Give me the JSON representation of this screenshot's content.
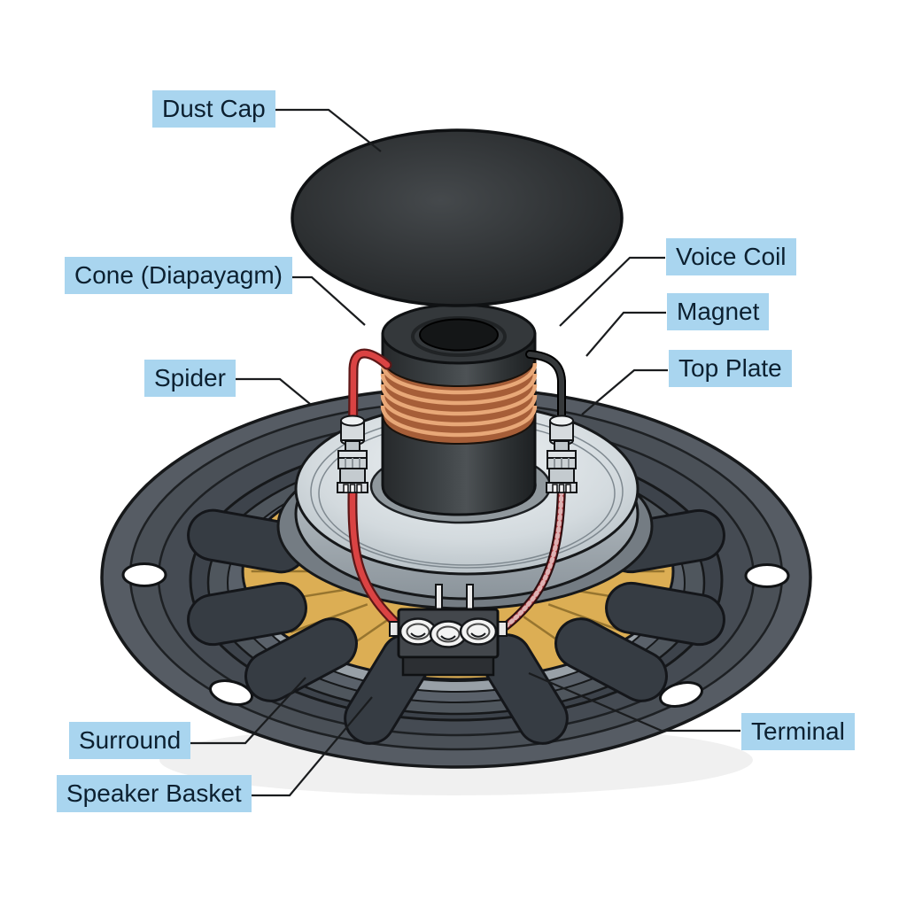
{
  "diagram": {
    "type": "loudspeaker-parts-diagram",
    "labels": {
      "dust_cap": "Dust Cap",
      "cone": "Cone (Diapayagm)",
      "spider": "Spider",
      "voice_coil": "Voice Coil",
      "magnet": "Magnet",
      "top_plate": "Top Plate",
      "terminal": "Terminal",
      "surround": "Surround",
      "speaker_basket": "Speaker Basket"
    },
    "colors": {
      "background": "#ffffff",
      "label_bg": "#a9d5ef",
      "label_text": "#0c2030",
      "leader_line": "#1a1c1e",
      "basket_gray": "#4e545c",
      "spider_yellow": "#dcae54",
      "copper": "#a65e38",
      "wire_red": "#da4343",
      "wire_black": "#35383a",
      "braided_wire_red": "#a53136",
      "plate_silver": "#c9d1d6",
      "dust_cap_black": "#2a2d2f"
    }
  }
}
